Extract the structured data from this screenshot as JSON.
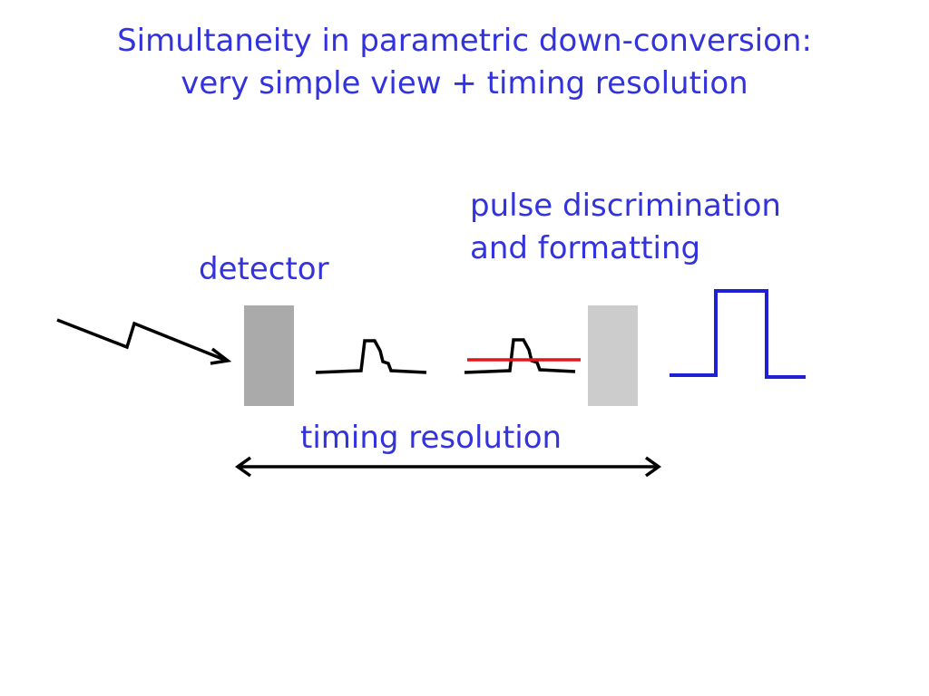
{
  "title": {
    "line1": "Simultaneity in parametric down-conversion:",
    "line2": "very simple view + timing resolution"
  },
  "labels": {
    "pulse_line1": "pulse discrimination",
    "pulse_line2": "and formatting",
    "detector": "detector",
    "timing_resolution": "timing resolution"
  },
  "colors": {
    "text": "#3333dd",
    "detector_box": "#aaaaaa",
    "discriminator_box": "#cccccc",
    "threshold_line": "#e0161b",
    "output_pulse": "#1f1fd6",
    "strokes": "#000000"
  },
  "icons": {
    "photon": "lightning-arrow-icon"
  }
}
